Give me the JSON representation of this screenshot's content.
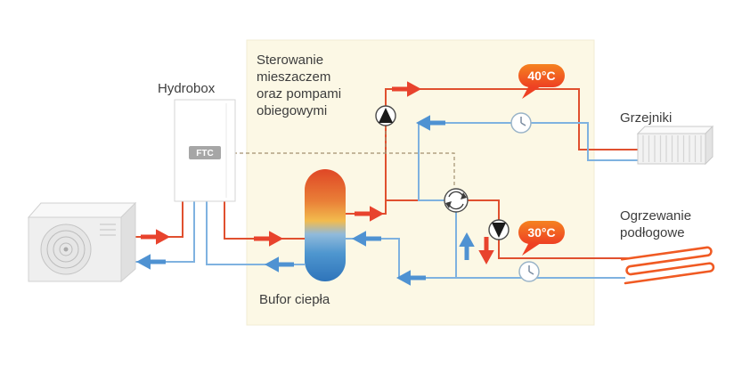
{
  "diagram": {
    "control_panel": {
      "title_lines": [
        "Sterowanie",
        "mieszaczem",
        "oraz pompami",
        "obiegowymi"
      ]
    },
    "hydrobox": {
      "label": "Hydrobox",
      "ftc_label": "FTC"
    },
    "buffer": {
      "label": "Bufor ciepła"
    },
    "radiators": {
      "label": "Grzejniki",
      "temp": "40°C"
    },
    "floor_heating": {
      "label_lines": [
        "Ogrzewanie",
        "podłogowe"
      ],
      "temp": "30°C"
    },
    "colors": {
      "hot_pipe": "#e0502f",
      "cold_pipe": "#7fb2e0",
      "control_dashed": "#a3906f",
      "badge_orange": "#f05a23",
      "panel_bg": "#fcf8e5",
      "buffer_top": "#df4726",
      "buffer_bottom": "#2f74ba"
    }
  }
}
